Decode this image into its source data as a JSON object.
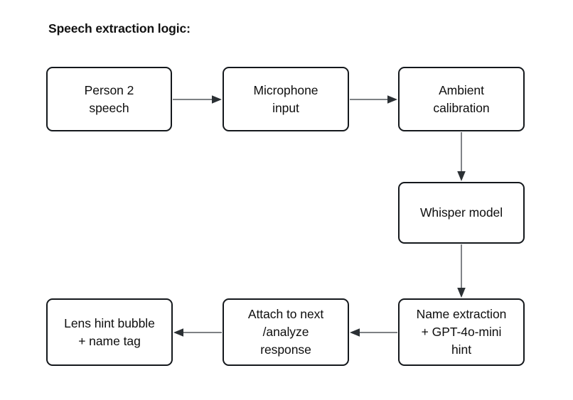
{
  "diagram": {
    "title": "Speech extraction logic:",
    "background_color": "#ffffff",
    "node_border_color": "#14181c",
    "connector_color": "#6b6f73",
    "arrowhead_color": "#2b3034",
    "nodes": [
      {
        "id": "person2-speech",
        "label": "Person 2\nspeech"
      },
      {
        "id": "microphone-input",
        "label": "Microphone\ninput"
      },
      {
        "id": "ambient-calibration",
        "label": "Ambient\ncalibration"
      },
      {
        "id": "whisper-model",
        "label": "Whisper model"
      },
      {
        "id": "name-extraction",
        "label": "Name extraction\n+ GPT-4o-mini\nhint"
      },
      {
        "id": "attach-response",
        "label": "Attach to next\n/analyze\nresponse"
      },
      {
        "id": "lens-hint-bubble",
        "label": "Lens hint bubble\n+ name tag"
      }
    ],
    "connectors": [
      {
        "id": "person2-speech-to-microphone-input",
        "from": "person2-speech",
        "to": "microphone-input",
        "direction": "right"
      },
      {
        "id": "microphone-input-to-ambient-calibration",
        "from": "microphone-input",
        "to": "ambient-calibration",
        "direction": "right"
      },
      {
        "id": "ambient-calibration-to-whisper-model",
        "from": "ambient-calibration",
        "to": "whisper-model",
        "direction": "down"
      },
      {
        "id": "whisper-model-to-name-extraction",
        "from": "whisper-model",
        "to": "name-extraction",
        "direction": "down"
      },
      {
        "id": "name-extraction-to-attach-response",
        "from": "name-extraction",
        "to": "attach-response",
        "direction": "left"
      },
      {
        "id": "attach-response-to-lens-hint-bubble",
        "from": "attach-response",
        "to": "lens-hint-bubble",
        "direction": "left"
      }
    ]
  }
}
